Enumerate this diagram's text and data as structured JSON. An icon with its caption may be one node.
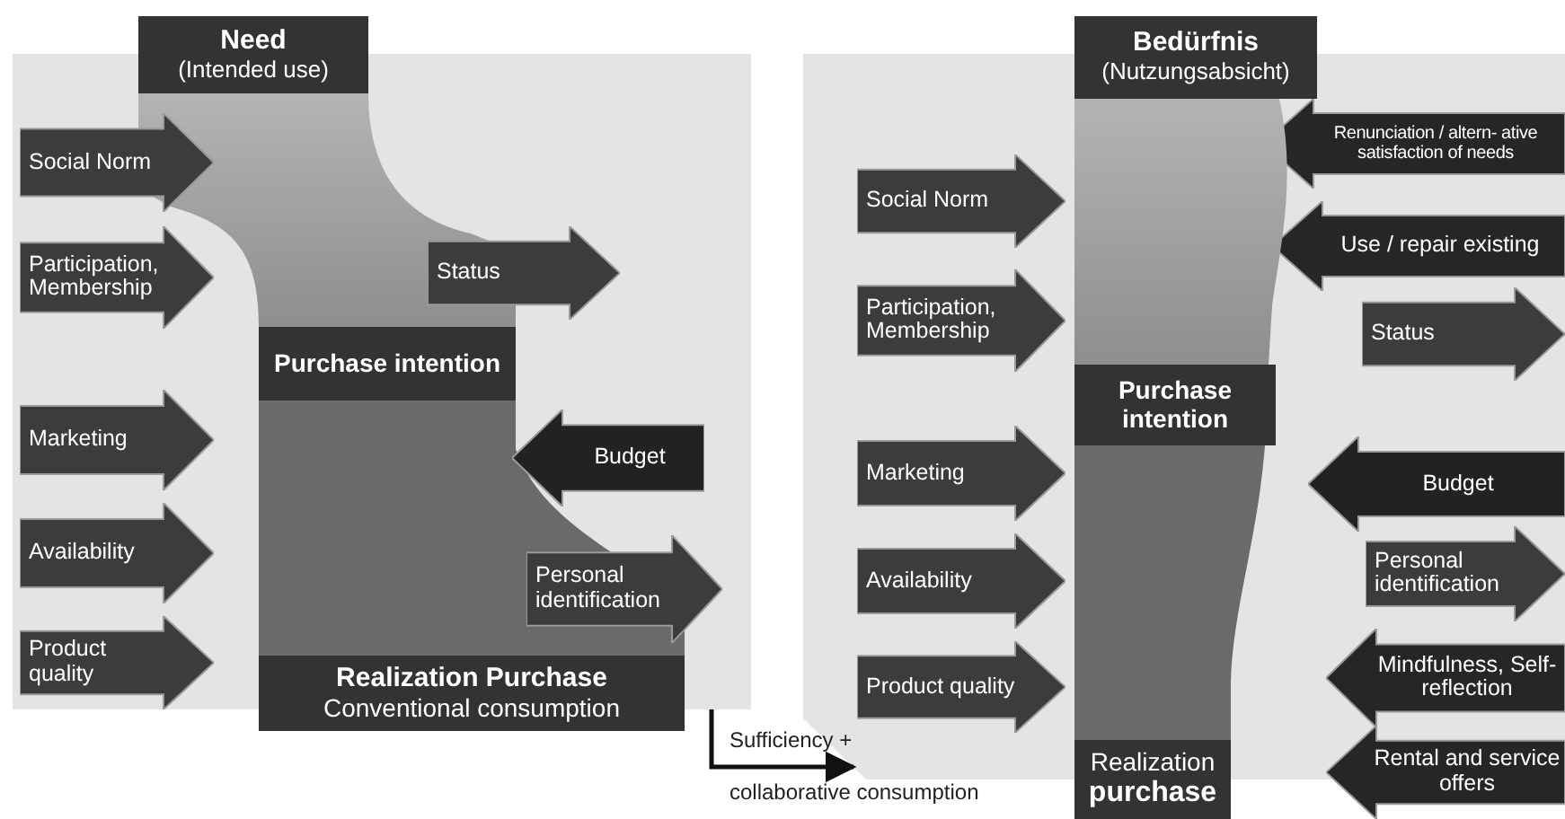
{
  "diagram": {
    "nodes": [
      {
        "text": [],
        "shape": "box"
      },
      {
        "text": [
          "Need",
          "(Intended use)"
        ]
      },
      {
        "text": [
          "Social Norm"
        ],
        "in": 0
      },
      {
        "text": [
          "Participation, Membership"
        ],
        "in": 0
      },
      {
        "text": [
          "Status"
        ],
        "in": 0
      },
      {
        "text": [
          "Purchase intention"
        ],
        "in": 0
      },
      {
        "text": [
          "Marketing"
        ],
        "in": 0
      },
      {
        "text": [
          "Budget"
        ],
        "in": 0
      },
      {
        "text": [
          "Availability"
        ],
        "in": 0
      },
      {
        "text": [
          "Personal identification"
        ],
        "in": 0
      },
      {
        "text": [
          "Product quality"
        ],
        "in": 0
      },
      {
        "text": [
          "Realization Purchase",
          "Conventional consumption"
        ]
      },
      {
        "text": [],
        "shape": "box"
      },
      {
        "text": [
          "Bedürfnis",
          "(Nutzungsabsicht)"
        ]
      },
      {
        "text": [
          "Renunciation / altern- ative satisfaction of needs"
        ],
        "in": 12
      },
      {
        "text": [
          "Social Norm"
        ],
        "in": 12
      },
      {
        "text": [
          "Use / repair existing"
        ],
        "in": 12
      },
      {
        "text": [
          "Participation, Membership"
        ],
        "in": 12
      },
      {
        "text": [
          "Status"
        ],
        "in": 12
      },
      {
        "text": [
          "Purchase intention"
        ],
        "in": 12
      },
      {
        "text": [
          "Marketing"
        ],
        "in": 12
      },
      {
        "text": [
          "Budget"
        ],
        "in": 12
      },
      {
        "text": [
          "Availability"
        ],
        "in": 12
      },
      {
        "text": [
          "Personal identification"
        ],
        "in": 12
      },
      {
        "text": [
          "Mindfulness, Self-reflection"
        ],
        "in": 12
      },
      {
        "text": [
          "Product quality"
        ],
        "in": 12
      },
      {
        "text": [
          "Realization",
          "purchase"
        ]
      },
      {
        "text": [
          "Rental and service offers"
        ]
      }
    ],
    "edges": [
      {
        "from": 0,
        "to": 12,
        "arrow": "to",
        "label": "Sufficiency + collaborative consumption"
      }
    ]
  }
}
